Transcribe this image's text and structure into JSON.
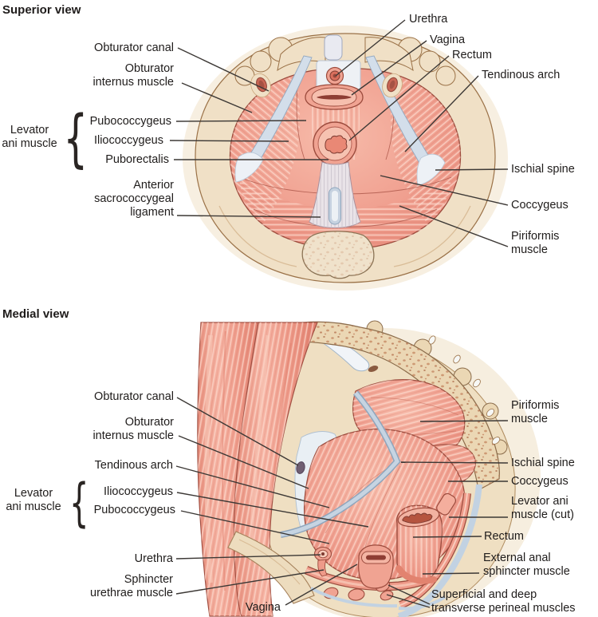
{
  "palette": {
    "muscle": "#F0A090",
    "muscle_light": "#FCDCCE",
    "muscle_outline": "#9C4B3D",
    "bone": "#F0E0C6",
    "bone_outline": "#9A7147",
    "fascia_blue": "#C6D4E2",
    "fascia_edge": "#8FA6BD",
    "leader_line": "#3C3835",
    "text": "#1F1C1B",
    "background": "#FFFFFF"
  },
  "icons": {
    "brace": "{"
  },
  "superior_view": {
    "title": "Superior view",
    "left_labels": {
      "obturator_canal": "Obturator canal",
      "obturator_internus": [
        "Obturator",
        "internus muscle"
      ],
      "levator_group": [
        "Levator",
        "ani muscle"
      ],
      "levator_items": [
        "Pubococcygeus",
        "Iliococcygeus",
        "Puborectalis"
      ],
      "sacrococcygeal_ligament": [
        "Anterior",
        "sacrococcygeal",
        "ligament"
      ]
    },
    "right_labels": {
      "urethra": "Urethra",
      "vagina": "Vagina",
      "rectum": "Rectum",
      "tendinous_arch": "Tendinous arch",
      "ischial_spine": "Ischial spine",
      "coccygeus": "Coccygeus",
      "piriformis": [
        "Piriformis",
        "muscle"
      ]
    }
  },
  "medial_view": {
    "title": "Medial view",
    "left_labels": {
      "obturator_canal": "Obturator canal",
      "obturator_internus": [
        "Obturator",
        "internus muscle"
      ],
      "tendinous_arch": "Tendinous arch",
      "levator_group": [
        "Levator",
        "ani muscle"
      ],
      "levator_items": [
        "Iliococcygeus",
        "Pubococcygeus"
      ],
      "urethra": "Urethra",
      "sphincter_urethrae": [
        "Sphincter",
        "urethrae muscle"
      ],
      "vagina": "Vagina"
    },
    "right_labels": {
      "piriformis": [
        "Piriformis",
        "muscle"
      ],
      "ischial_spine": "Ischial spine",
      "coccygeus": "Coccygeus",
      "levator_ani_cut": [
        "Levator ani",
        "muscle (cut)"
      ],
      "rectum": "Rectum",
      "external_anal_sphincter": [
        "External anal",
        "sphincter muscle"
      ],
      "transverse_perineal": [
        "Superficial and deep",
        "transverse perineal muscles"
      ]
    }
  }
}
